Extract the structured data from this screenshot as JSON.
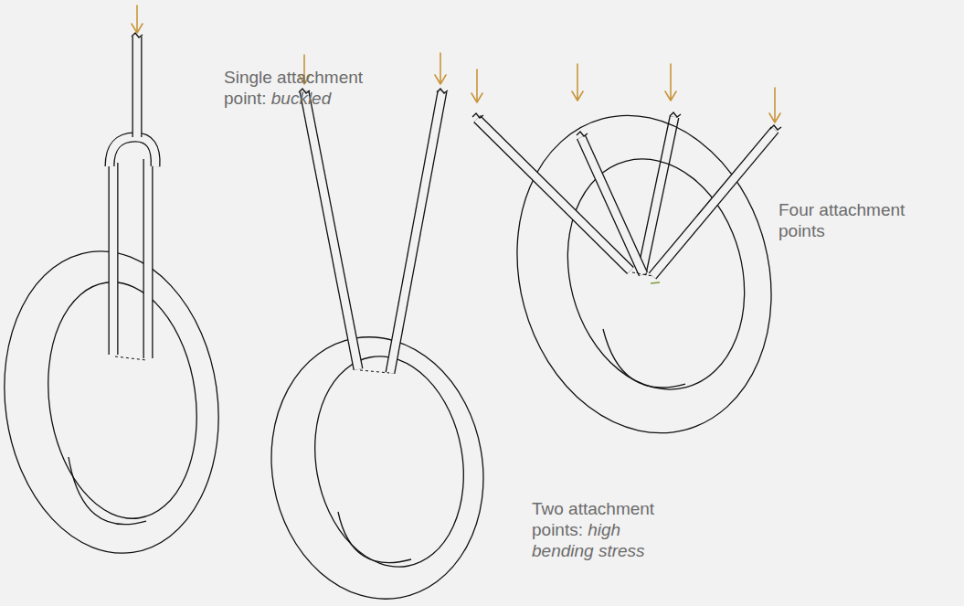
{
  "diagram": {
    "labels": [
      "Single attachment point:",
      "buckled",
      "Two attachment points:",
      "high bending stress",
      "Four attachment points"
    ]
  }
}
